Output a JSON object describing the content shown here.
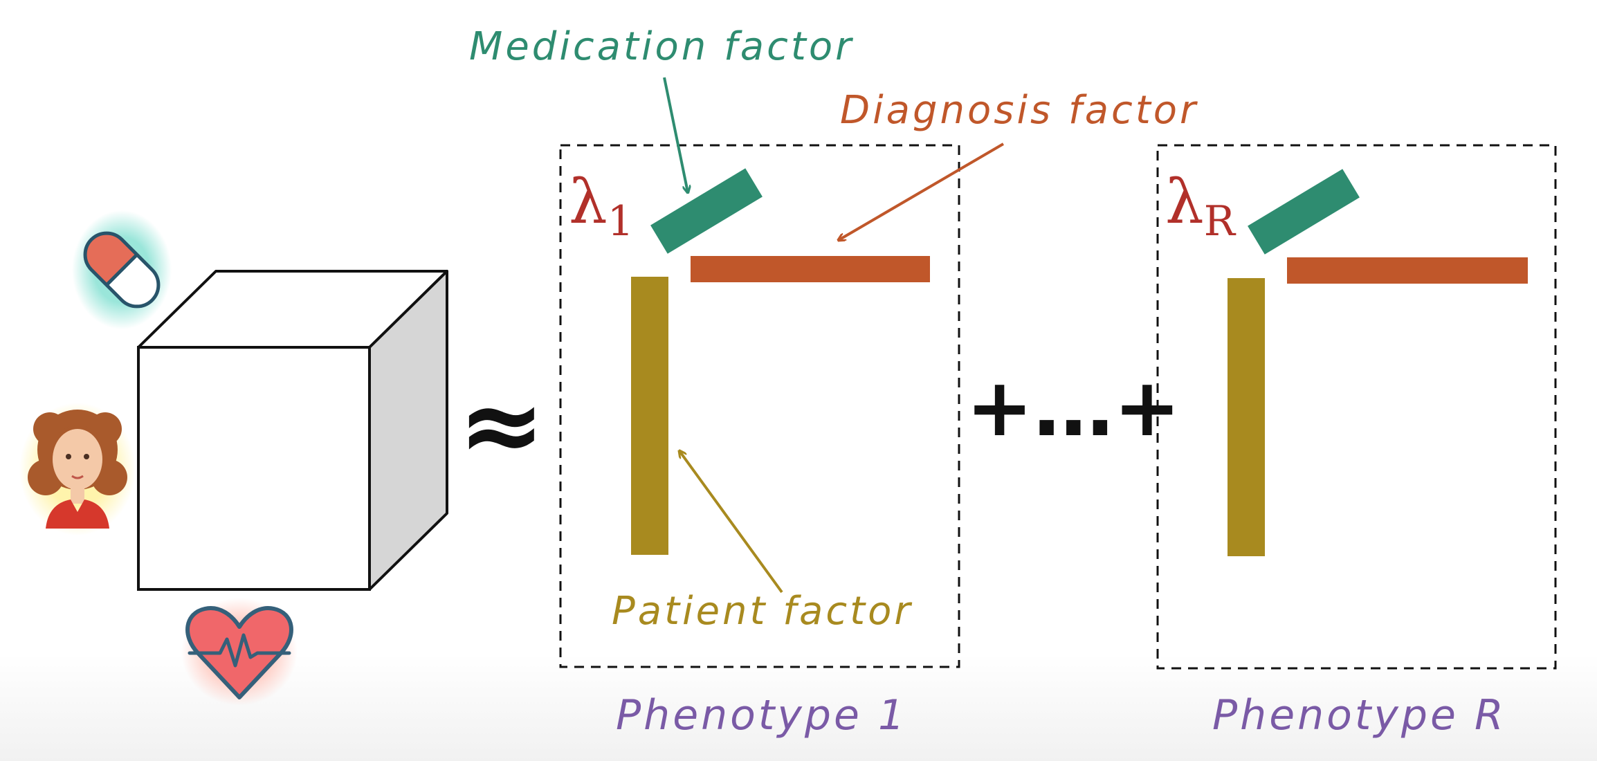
{
  "labels": {
    "medication_factor": "Medication factor",
    "diagnosis_factor": "Diagnosis factor",
    "patient_factor": "Patient factor"
  },
  "phenotypes": [
    {
      "lambda_symbol": "λ",
      "lambda_sub": "1",
      "caption": "Phenotype 1"
    },
    {
      "lambda_symbol": "λ",
      "lambda_sub": "R",
      "caption": "Phenotype R"
    }
  ],
  "operators": {
    "approx": "≈",
    "sum": "+…+"
  },
  "icons": [
    "pill-icon",
    "patient-avatar-icon",
    "heart-pulse-icon"
  ],
  "colors": {
    "medication": "#2e8c70",
    "diagnosis": "#c0572a",
    "patient": "#a88a1f",
    "lambda": "#b1302a",
    "caption": "#7a5aa6"
  }
}
